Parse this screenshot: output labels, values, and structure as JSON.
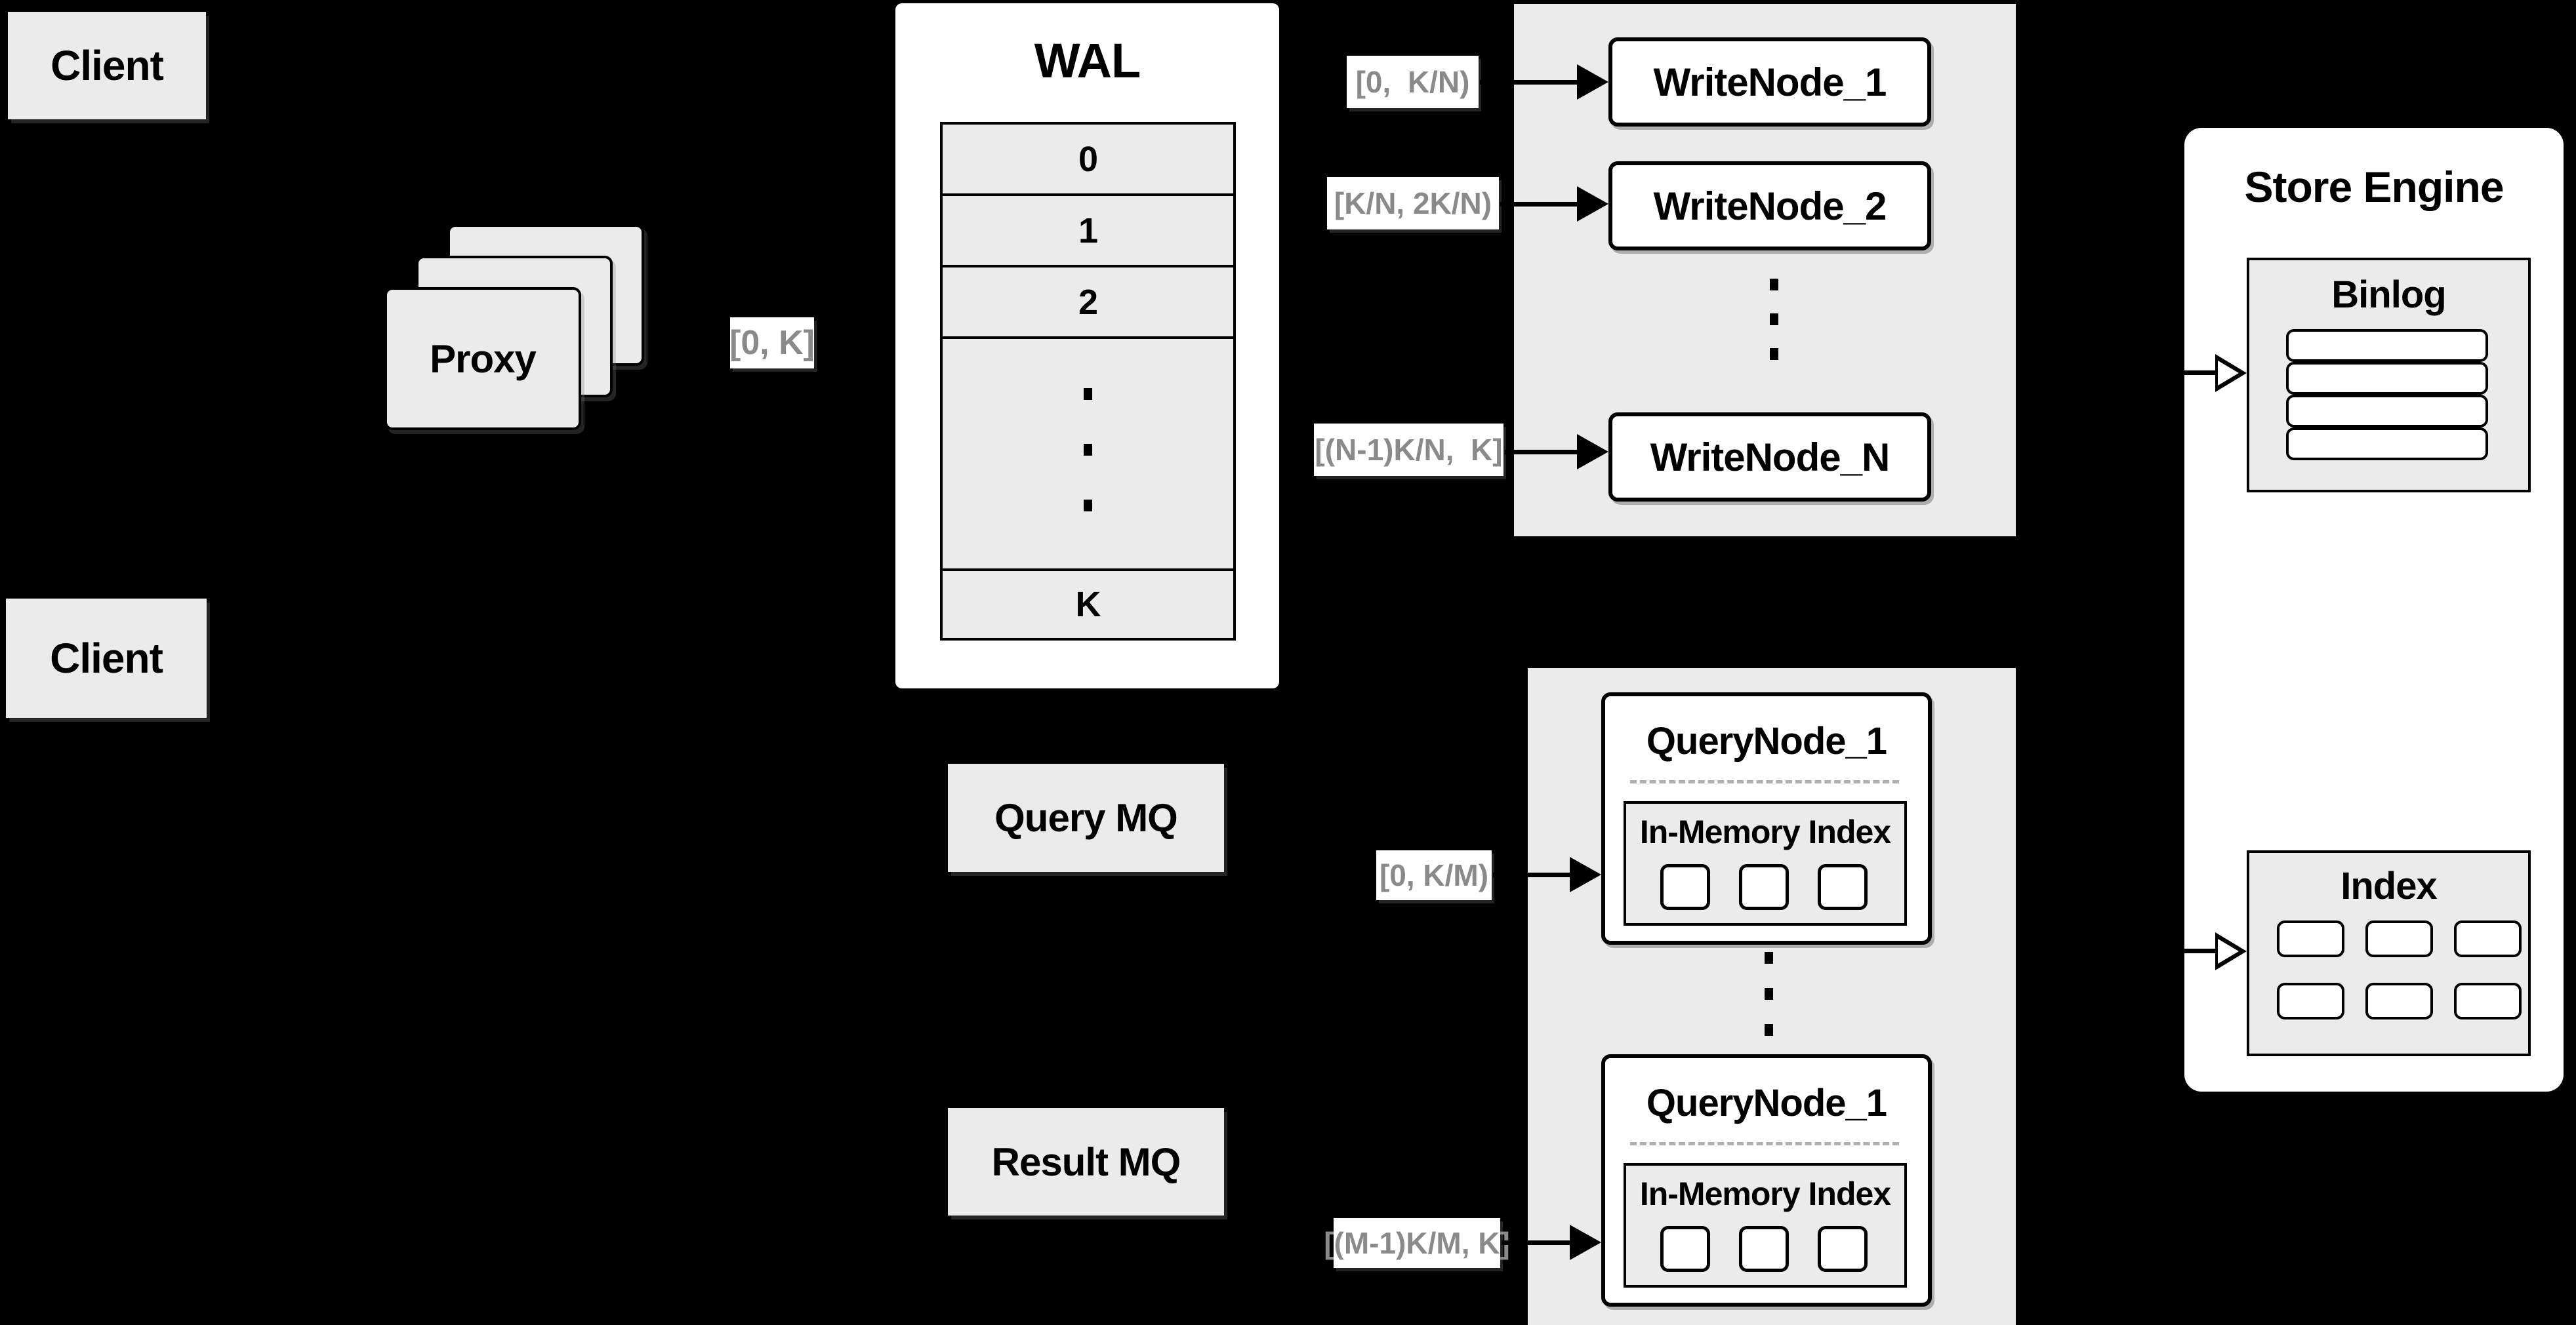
{
  "colors": {
    "background": "#000000",
    "panel_gray": "#ebebeb",
    "box_white": "#ffffff",
    "line_black": "#000000",
    "range_label_gray": "#8a8a8a"
  },
  "clients": {
    "top_label": "Client",
    "bottom_label": "Client"
  },
  "proxy": {
    "label": "Proxy"
  },
  "wal": {
    "title": "WAL",
    "segments": [
      "0",
      "1",
      "2"
    ],
    "last_segment": "K",
    "ellipsis": "⋮"
  },
  "edge_labels": {
    "proxy_to_wal": "[0, K]",
    "to_writenode_1": "[0,  K/N)",
    "to_writenode_2": "[K/N, 2K/N)",
    "to_writenode_n": "[(N-1)K/N,  K]",
    "to_querynode_1": "[0, K/M)",
    "to_querynode_m": "[(M-1)K/M, K]"
  },
  "write_group": {
    "nodes": [
      "WriteNode_1",
      "WriteNode_2",
      "WriteNode_N"
    ],
    "ellipsis": "⋮"
  },
  "store_engine": {
    "title": "Store Engine",
    "binlog_title": "Binlog",
    "index_title": "Index"
  },
  "mq": {
    "query_label": "Query MQ",
    "result_label": "Result MQ"
  },
  "query_group": {
    "top_node_title": "QueryNode_1",
    "bottom_node_title": "QueryNode_1",
    "in_memory_label_top": "In-Memory Index",
    "in_memory_label_bottom": "In-Memory Index",
    "ellipsis": "⋮"
  }
}
